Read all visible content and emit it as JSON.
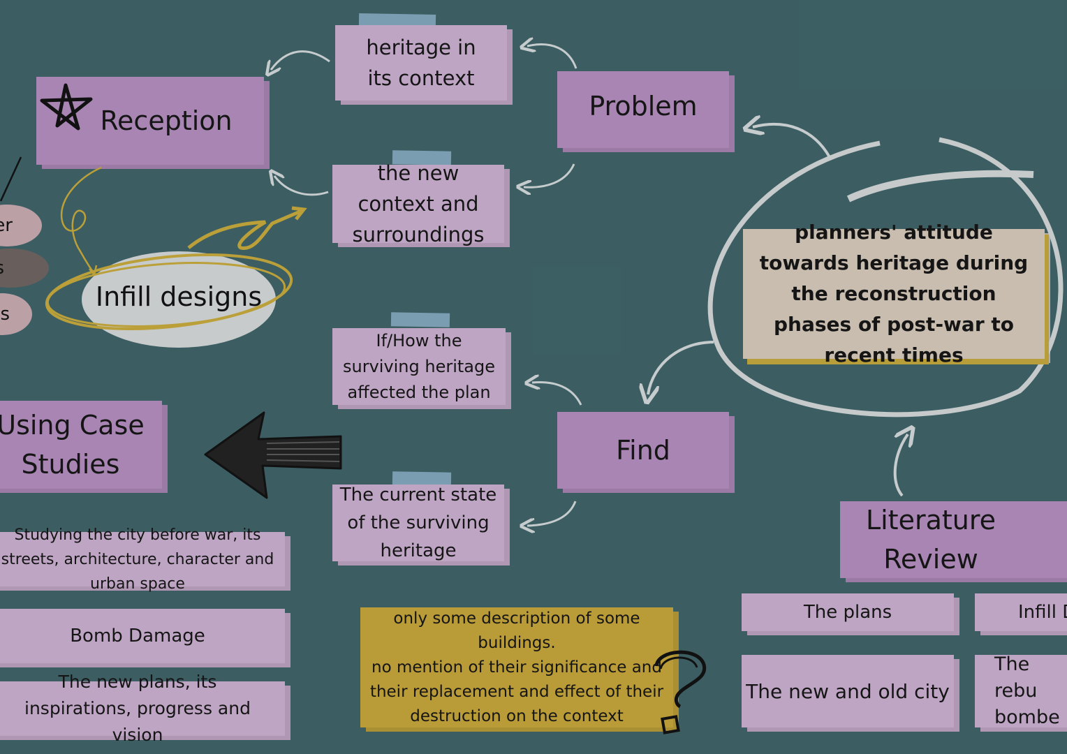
{
  "nodes": {
    "reception": "Reception",
    "problem": "Problem",
    "find": "Find",
    "infill": "Infill designs",
    "case_studies": "Using Case Studies",
    "literature": "Literature Review",
    "heritage_context": "heritage in its context",
    "new_context": "the new context and surroundings",
    "if_how": "If/How the surviving heritage affected the plan",
    "current_state": "The current state of the surviving heritage",
    "central": "planners' attitude towards heritage during the reconstruction phases of post-war to recent times",
    "studying": "Studying the city before war, its streets, architecture, character and urban space",
    "bomb": "Bomb Damage",
    "new_plans": "The new plans, its inspirations, progress and vision",
    "only_some": "only some description of some buildings.\nno mention of their significance and their replacement and effect of their destruction on the context",
    "the_plans": "The plans",
    "infill_cut": "Infill D",
    "new_old": "The new and old city",
    "rebuilt_cut": "The rebu bombe",
    "pill_1": "er",
    "pill_2": "s",
    "pill_3": "s"
  },
  "colors": {
    "background": "#3f6468",
    "purple": "#b58fbf",
    "lilac": "#cdb1d2",
    "cream": "#d7cbbb",
    "mustard": "#c7a73a",
    "tape": "#8fb5cc"
  },
  "icons": [
    "star-icon",
    "arrow-left-scribble-icon",
    "question-mark-icon"
  ]
}
